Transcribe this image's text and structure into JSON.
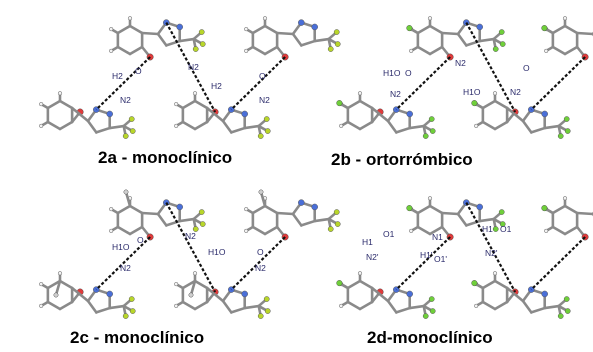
{
  "panels": [
    {
      "title": "2a - monoclínico",
      "halogen": "#b8d62a",
      "methyl": false,
      "labels": {
        "left_oh": "H2",
        "left_o": "O",
        "left_n2": "N2",
        "right_n2": "N2",
        "right_h": "H2",
        "right_o": "O",
        "right_n2b": "N2"
      }
    },
    {
      "title": "2b - ortorrómbico",
      "halogen": "#6fcf3a",
      "methyl": false,
      "labels": {
        "left_oh": "H1O",
        "left_o": "O",
        "left_n2": "N2",
        "right_n2": "N2",
        "right_h": "H1O",
        "right_o": "O",
        "right_n2b": "N2"
      }
    },
    {
      "title": "2c - monoclínico",
      "halogen": "#b8d62a",
      "methyl": true,
      "labels": {
        "left_oh": "H1O",
        "left_o": "O",
        "left_n2": "N2",
        "right_n2": "N2",
        "right_h": "H1O",
        "right_o": "O",
        "right_n2b": "N2"
      }
    },
    {
      "title": "2d-monoclínico",
      "halogen": "#6fcf3a",
      "methyl": false,
      "labels": {
        "left_oh": "H1",
        "left_o": "O1",
        "left_n2": "N2'",
        "right_n2": "N1",
        "right_h": "H1'",
        "right_o": "O1'",
        "right_n2b": "N2'",
        "extra_h": "H1",
        "extra_o": "O1"
      }
    }
  ]
}
